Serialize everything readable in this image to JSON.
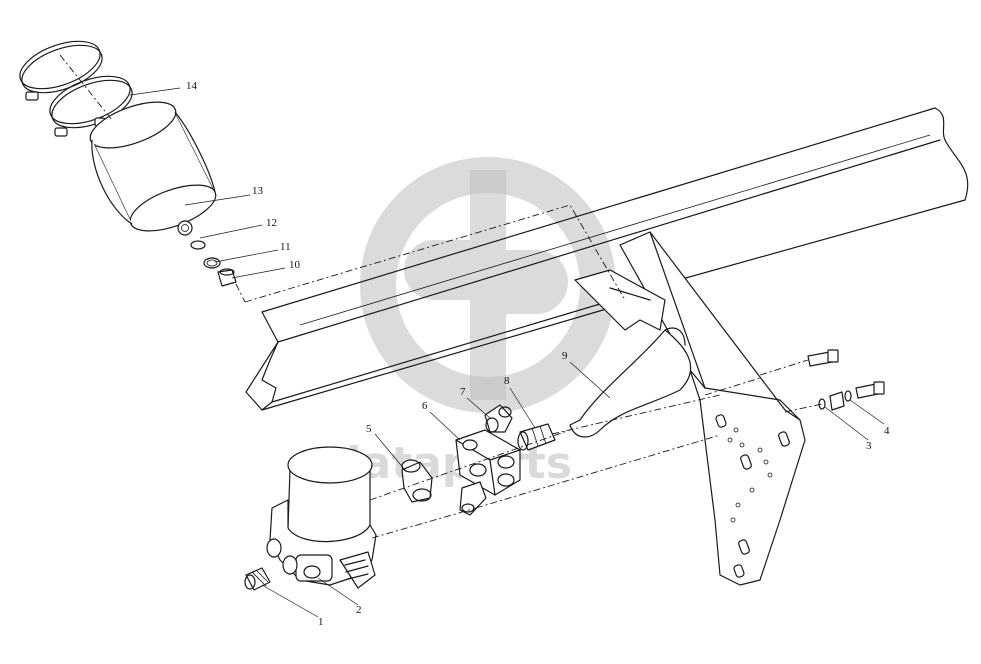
{
  "watermark": {
    "logo": "dp",
    "text": "dataparts"
  },
  "part_labels": [
    {
      "id": "label-1",
      "text": "1"
    },
    {
      "id": "label-2",
      "text": "2"
    },
    {
      "id": "label-3",
      "text": "3"
    },
    {
      "id": "label-4",
      "text": "4"
    },
    {
      "id": "label-5",
      "text": "5"
    },
    {
      "id": "label-6",
      "text": "6"
    },
    {
      "id": "label-7",
      "text": "7"
    },
    {
      "id": "label-8",
      "text": "8"
    },
    {
      "id": "label-9",
      "text": "9"
    },
    {
      "id": "label-10",
      "text": "10"
    },
    {
      "id": "label-11",
      "text": "11"
    },
    {
      "id": "label-12",
      "text": "12"
    },
    {
      "id": "label-13",
      "text": "13"
    },
    {
      "id": "label-14",
      "text": "14"
    }
  ]
}
